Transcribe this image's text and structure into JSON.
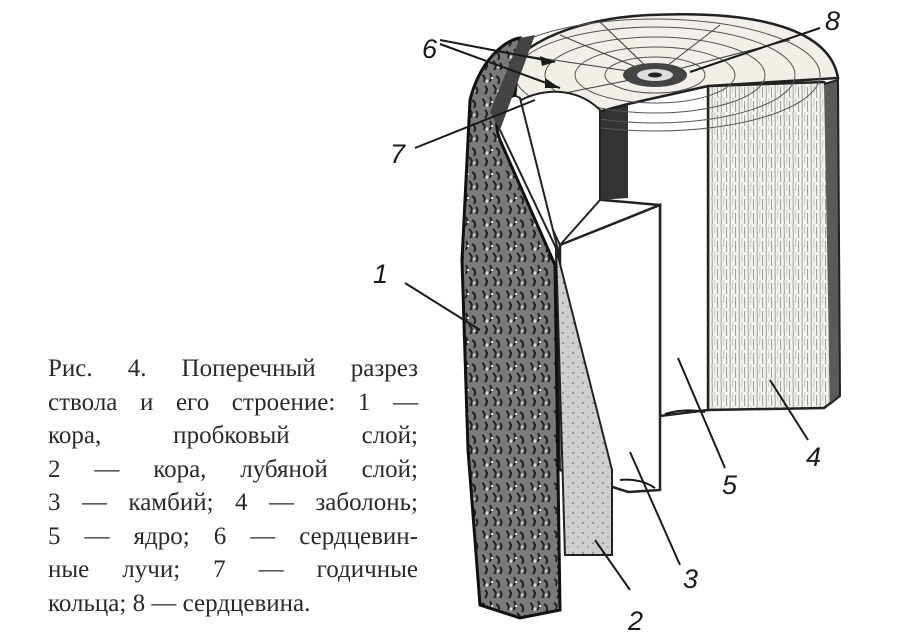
{
  "labels": {
    "l1": "1",
    "l2": "2",
    "l3": "3",
    "l4": "4",
    "l5": "5",
    "l6": "6",
    "l7": "7",
    "l8": "8"
  },
  "caption": {
    "line1": "Рис. 4. Поперечный разрез",
    "line2": "ствола и его строение: 1 —",
    "line3": "кора, пробковый слой;",
    "line4": "2 — кора, лубяной слой;",
    "line5": "3 — камбий; 4 — заболонь;",
    "line6": "5 — ядро; 6 — сердцевин-",
    "line7": "ные лучи; 7 — годичные",
    "line8": "кольца; 8 — сердцевина."
  }
}
